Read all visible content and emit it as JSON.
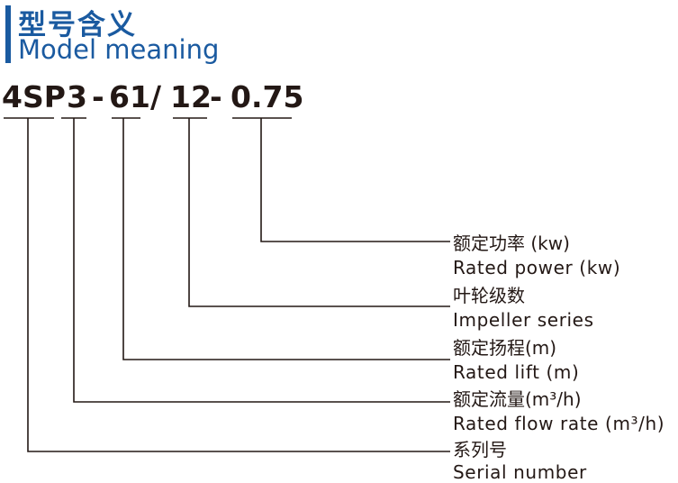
{
  "header": {
    "title_cn": "型号含义",
    "title_en": "Model meaning",
    "accent_color": "#1a5aa0"
  },
  "model_code": {
    "segments": [
      "4SP",
      "3",
      "-",
      "61",
      "/",
      "12",
      "-",
      "0.75"
    ]
  },
  "legend": [
    {
      "cn": "额定功率 (kw)",
      "en": "Rated power (kw)"
    },
    {
      "cn": "叶轮级数",
      "en": "Impeller series"
    },
    {
      "cn": "额定扬程(m)",
      "en": "Rated lift (m)"
    },
    {
      "cn": "额定流量(m³/h)",
      "en": "Rated flow rate (m³/h)"
    },
    {
      "cn": "系列号",
      "en": "Serial number"
    }
  ]
}
